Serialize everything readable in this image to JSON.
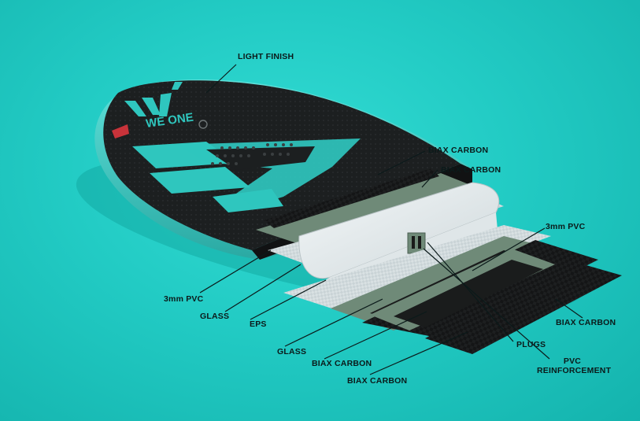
{
  "brand": {
    "logo_text": "WE ONE"
  },
  "labels": {
    "light_finish": "LIGHT FINISH",
    "biax_carbon_1": "BIAX CARBON",
    "biax_carbon_2": "BIAX CARBON",
    "pvc_3mm_right": "3mm PVC",
    "pvc_3mm_left": "3mm PVC",
    "glass_1": "GLASS",
    "eps": "EPS",
    "glass_2": "GLASS",
    "biax_carbon_3": "BIAX CARBON",
    "biax_carbon_4": "BIAX CARBON",
    "plugs": "PLUGS",
    "pvc_reinforcement_line1": "PVC",
    "pvc_reinforcement_line2": "REINFORCEMENT",
    "biax_carbon_right": "BIAX CARBON"
  },
  "colors": {
    "background": "#1fc7c0",
    "board_rail": "#47d3cc",
    "deck_dark": "#1c1f20",
    "accent_teal": "#2fc6be",
    "sage_layer": "#6f8a78",
    "eps_foam": "#e8eef0",
    "carbon": "#151617",
    "leader_line": "#0b1a1a"
  }
}
